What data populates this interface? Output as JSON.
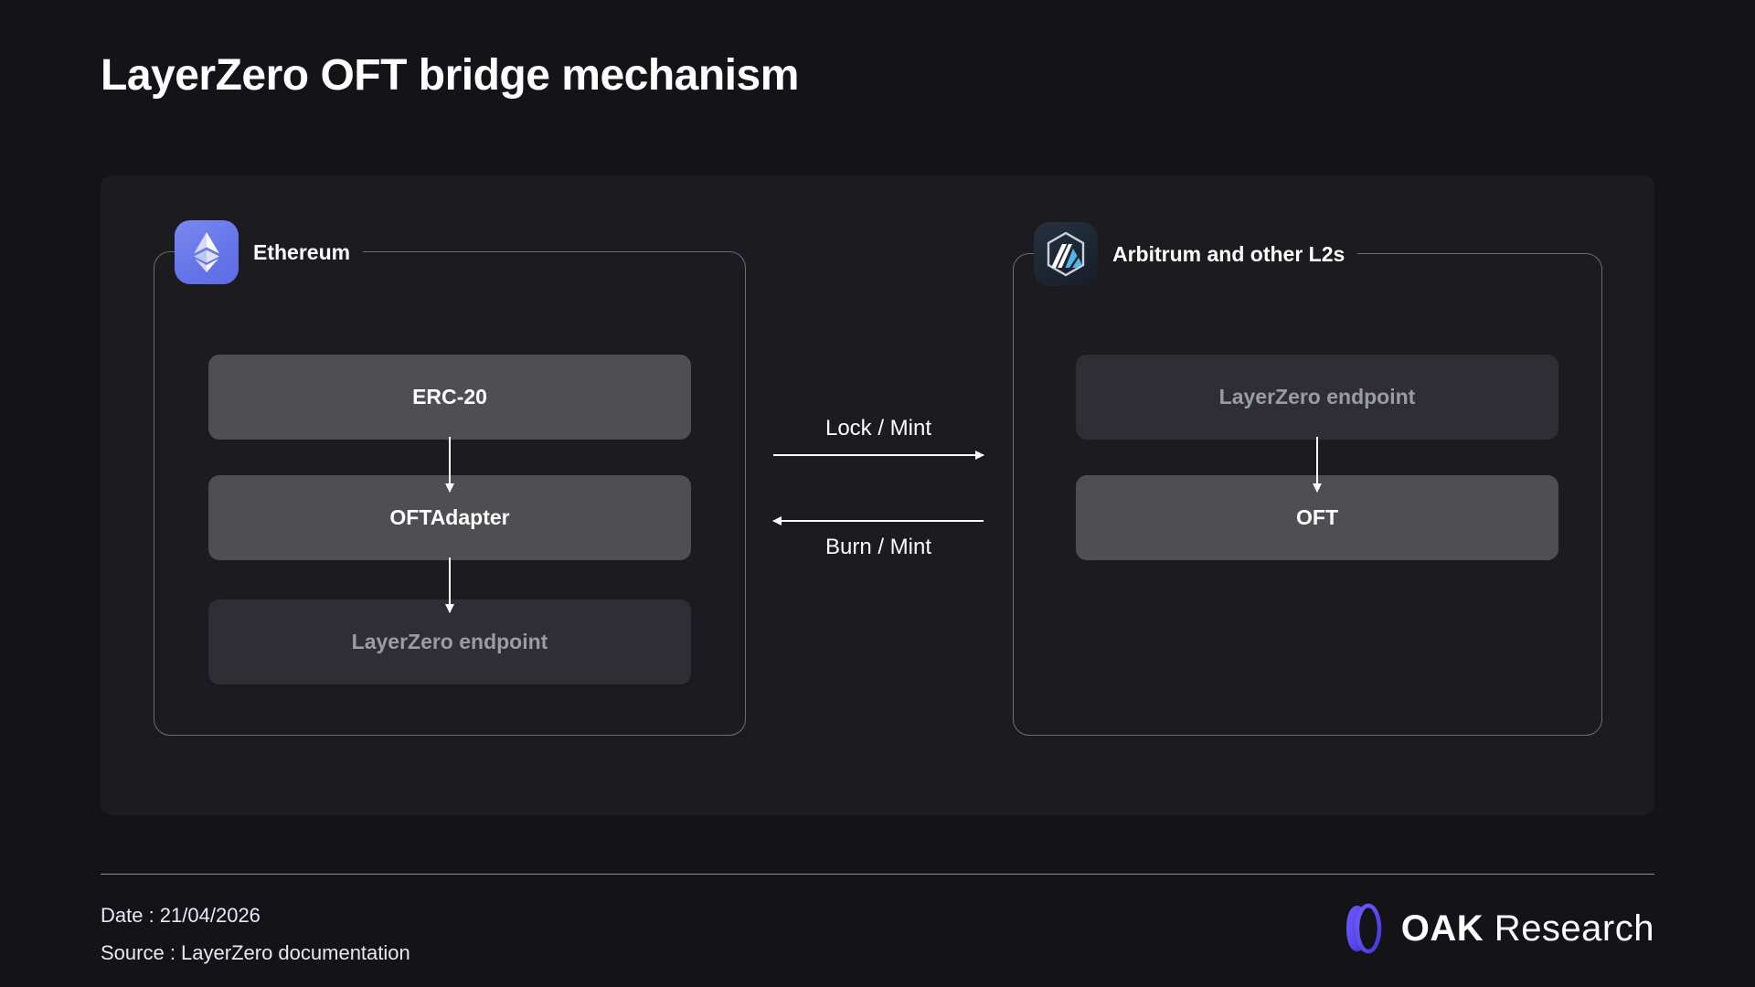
{
  "page": {
    "title": "LayerZero OFT bridge mechanism",
    "background_color": "#131318",
    "card_color": "#1b1b20"
  },
  "diagram": {
    "type": "flow-diagram",
    "panels": [
      {
        "id": "ethereum",
        "title": "Ethereum",
        "icon": "ethereum-icon",
        "icon_color": "#6575e8",
        "nodes": [
          {
            "label": "ERC-20",
            "style": "solid"
          },
          {
            "label": "OFTAdapter",
            "style": "solid"
          },
          {
            "label": "LayerZero endpoint",
            "style": "muted"
          }
        ]
      },
      {
        "id": "arbitrum",
        "title": "Arbitrum and other L2s",
        "icon": "arbitrum-icon",
        "icon_color": "#1d2532",
        "nodes": [
          {
            "label": "LayerZero endpoint",
            "style": "muted"
          },
          {
            "label": "OFT",
            "style": "solid"
          }
        ]
      }
    ],
    "cross_chain_arrows": [
      {
        "label": "Lock / Mint",
        "direction": "right",
        "label_position": "above"
      },
      {
        "label": "Burn / Mint",
        "direction": "left",
        "label_position": "below"
      }
    ],
    "node_colors": {
      "solid": "#4e4e53",
      "muted": "#2e2e34",
      "muted_text": "#9b9ba3"
    }
  },
  "footer": {
    "date_line": "Date : 21/04/2026",
    "source_line": "Source : LayerZero documentation",
    "brand_bold": "OAK",
    "brand_light": " Research",
    "brand_accent": "#5b49ef"
  }
}
